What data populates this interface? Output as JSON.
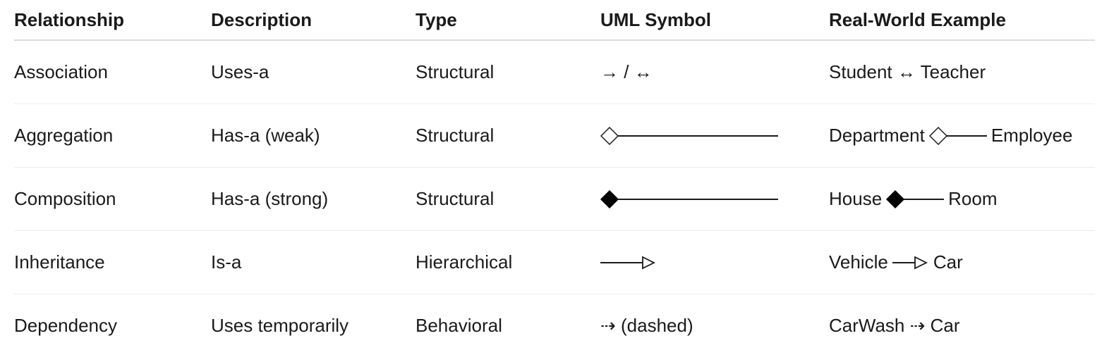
{
  "header": {
    "relationship": "Relationship",
    "description": "Description",
    "type": "Type",
    "uml_symbol": "UML Symbol",
    "example": "Real-World Example"
  },
  "rows": [
    {
      "relationship": "Association",
      "description": "Uses-a",
      "type": "Structural",
      "symbol_text": "→ / ↔",
      "example_left": "Student ↔ Teacher",
      "example_right": ""
    },
    {
      "relationship": "Aggregation",
      "description": "Has-a (weak)",
      "type": "Structural",
      "symbol_text": "",
      "example_left": "Department",
      "example_right": "Employee"
    },
    {
      "relationship": "Composition",
      "description": "Has-a (strong)",
      "type": "Structural",
      "symbol_text": "",
      "example_left": "House",
      "example_right": "Room"
    },
    {
      "relationship": "Inheritance",
      "description": "Is-a",
      "type": "Hierarchical",
      "symbol_text": "",
      "example_left": "Vehicle",
      "example_right": "Car"
    },
    {
      "relationship": "Dependency",
      "description": "Uses temporarily",
      "type": "Behavioral",
      "symbol_text": "⇢ (dashed)",
      "example_left": "CarWash ⇢ Car",
      "example_right": ""
    }
  ],
  "icons": {
    "aggregation": "hollow-diamond-line-icon",
    "composition": "filled-diamond-line-icon",
    "inheritance": "line-hollow-triangle-icon"
  }
}
